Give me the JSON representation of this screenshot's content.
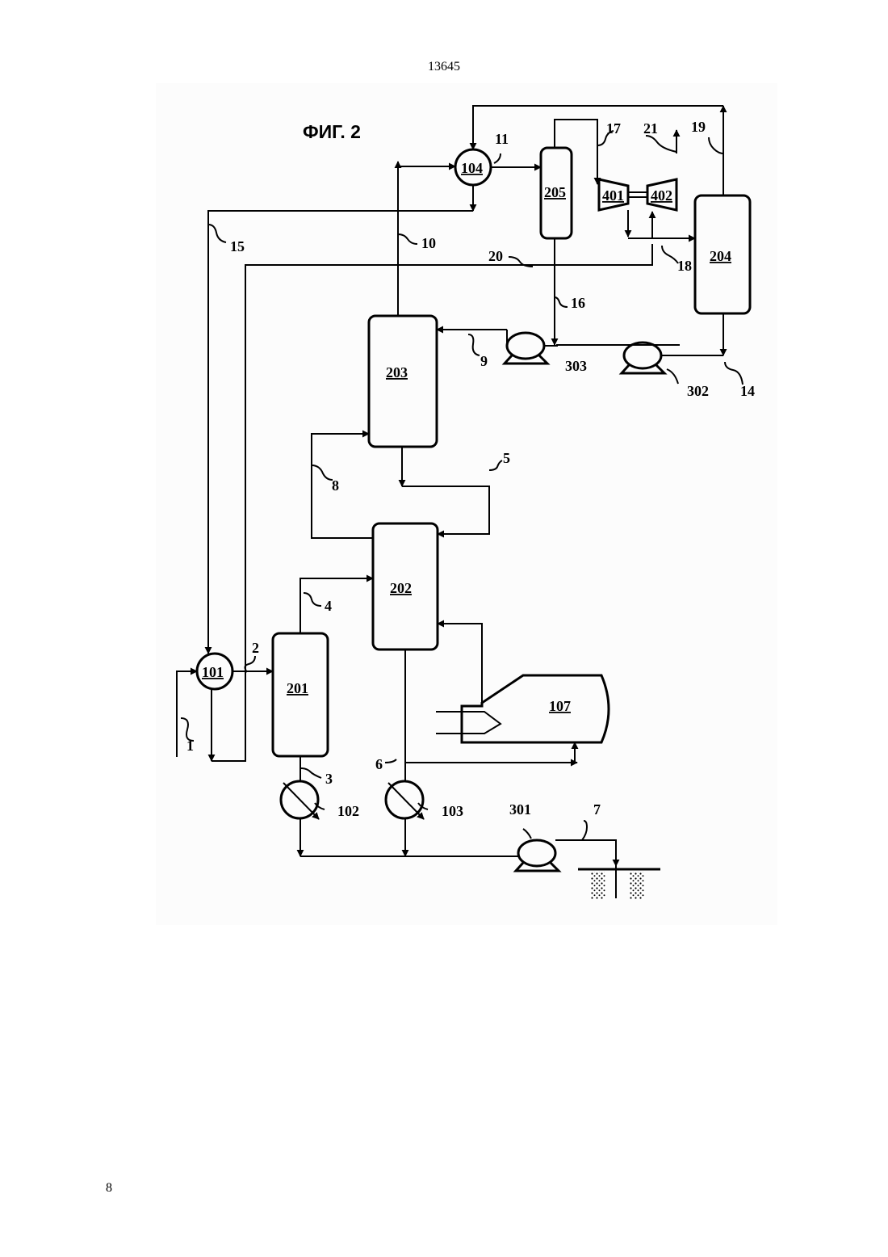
{
  "page": {
    "header": "13645",
    "page_number": "8"
  },
  "figure": {
    "title": "ФИГ. 2",
    "vessels": {
      "v201": "201",
      "v202": "202",
      "v203": "203",
      "v204": "204",
      "v205": "205"
    },
    "exchangers": {
      "e101": "101",
      "e104": "104",
      "e102": "102",
      "e103": "103"
    },
    "pumps": {
      "p301": "301",
      "p302": "302",
      "p303": "303"
    },
    "machines": {
      "m401": "401",
      "m402": "402"
    },
    "furnace": "107",
    "streams": {
      "s1": "1",
      "s2": "2",
      "s3": "3",
      "s4": "4",
      "s5": "5",
      "s6": "6",
      "s7": "7",
      "s8": "8",
      "s9": "9",
      "s10": "10",
      "s11": "11",
      "s14": "14",
      "s15": "15",
      "s16": "16",
      "s17": "17",
      "s18": "18",
      "s19": "19",
      "s20": "20",
      "s21": "21"
    }
  }
}
